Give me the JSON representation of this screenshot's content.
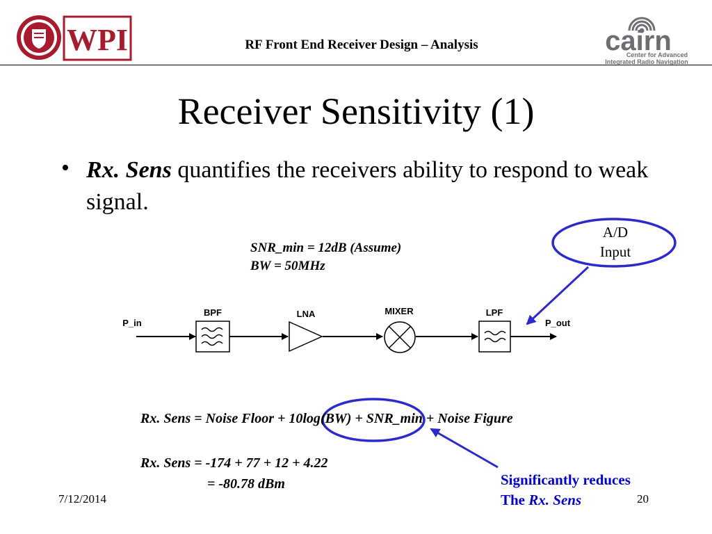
{
  "header": {
    "title": "RF Front End Receiver Design – Analysis",
    "wpi_logo_text": "WPI",
    "cairn_logo_text": "cairn",
    "cairn_tagline_1": "Center for Advanced",
    "cairn_tagline_2": "Integrated Radio Navigation"
  },
  "slide": {
    "title": "Receiver Sensitivity (1)",
    "bullet_symbol": "•",
    "bullet_emphasis": "Rx. Sens",
    "bullet_text": " quantifies the receivers ability to respond to weak signal.",
    "assumption_1": "SNR_min = 12dB (Assume)",
    "assumption_2": "BW = 50MHz",
    "ad_callout_1": "A/D",
    "ad_callout_2": "Input"
  },
  "diagram": {
    "input_label": "P_in",
    "output_label": "P_out",
    "blocks": [
      "BPF",
      "LNA",
      "MIXER",
      "LPF"
    ]
  },
  "equations": {
    "eq1": "Rx. Sens = Noise Floor + 10log(BW) + SNR_min + Noise Figure",
    "eq2": "Rx. Sens = -174 + 77 + 12 + 4.22",
    "eq3": "= -80.78 dBm"
  },
  "note": {
    "line1": "Significantly reduces",
    "line2_prefix": "The ",
    "line2_emphasis": "Rx. Sens"
  },
  "footer": {
    "date": "7/12/2014",
    "page": "20"
  },
  "colors": {
    "wpi_red": "#a61c2e",
    "cairn_gray": "#6d6e71",
    "annotation_blue": "#2b2bcc"
  }
}
